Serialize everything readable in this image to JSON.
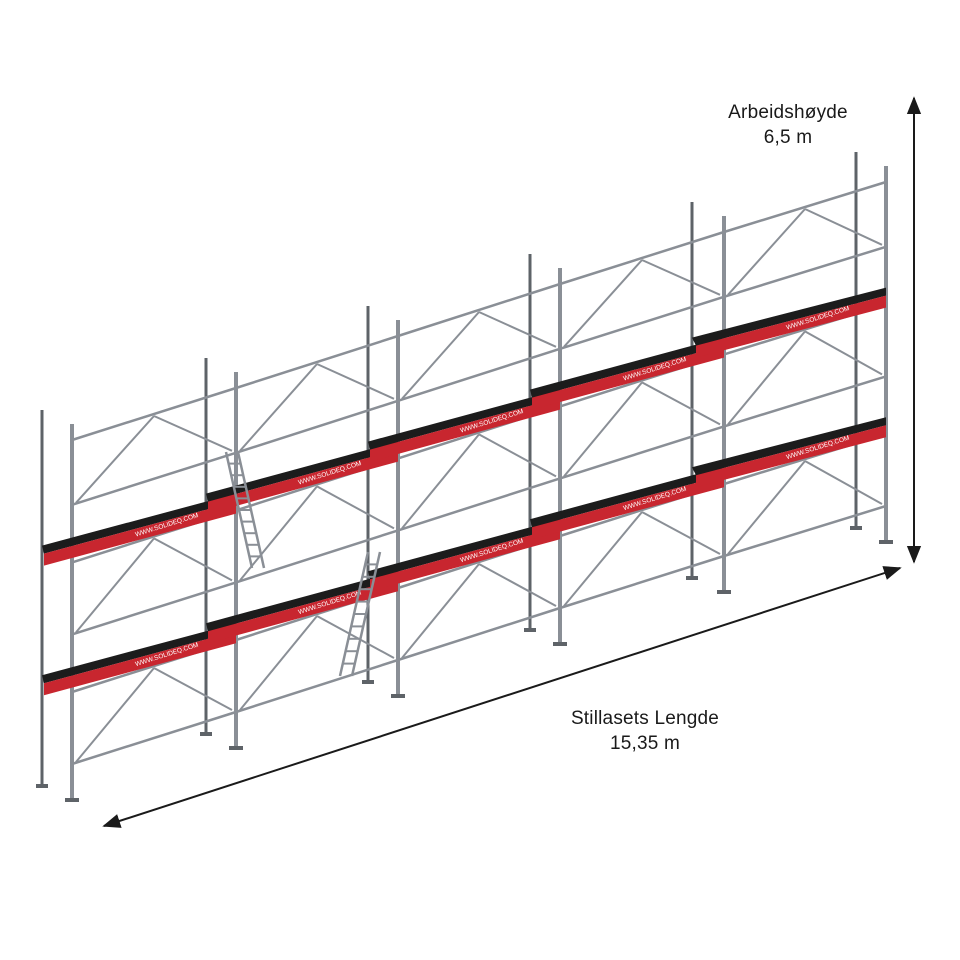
{
  "dimensions": {
    "height": {
      "label": "Arbeidshøyde",
      "value": "6,5 m"
    },
    "length": {
      "label": "Stillasets Lengde",
      "value": "15,35 m"
    }
  },
  "scaffold": {
    "bays": 5,
    "working_levels": 2,
    "deck_branding": "WWW.SOLIDEQ.COM",
    "colors": {
      "frame": "#8a8f96",
      "frame_dark": "#5e6368",
      "deck": "#1c1c1c",
      "toeboard": "#c8262f",
      "dimension_line": "#1a1a1a"
    }
  }
}
